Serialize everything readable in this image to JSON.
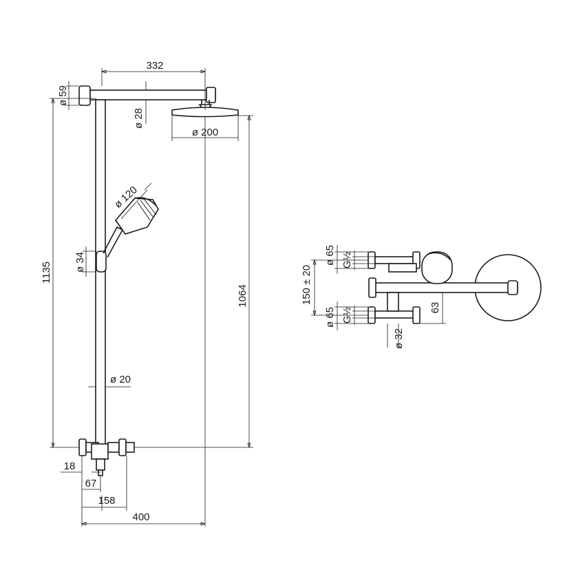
{
  "drawing": {
    "front_view": {
      "labels": {
        "arm_length": "332",
        "wall_mount_dia": "ø 59",
        "arm_tube_dia": "ø 28",
        "head_dia": "ø 200",
        "hand_shower_dia": "ø 120",
        "slider_dia": "ø 34",
        "column_dia": "ø 20",
        "total_height": "1135",
        "head_height": "1064",
        "dim_18": "18",
        "dim_67": "67",
        "dim_158": "158",
        "dim_400": "400"
      }
    },
    "side_view": {
      "labels": {
        "top_valve_dia": "ø 65",
        "top_thread": "G½",
        "inlet_spacing": "150 ± 20",
        "bottom_valve_dia": "ø 65",
        "bottom_thread": "G½",
        "depth_63": "63",
        "body_dia": "ø 32"
      }
    }
  }
}
